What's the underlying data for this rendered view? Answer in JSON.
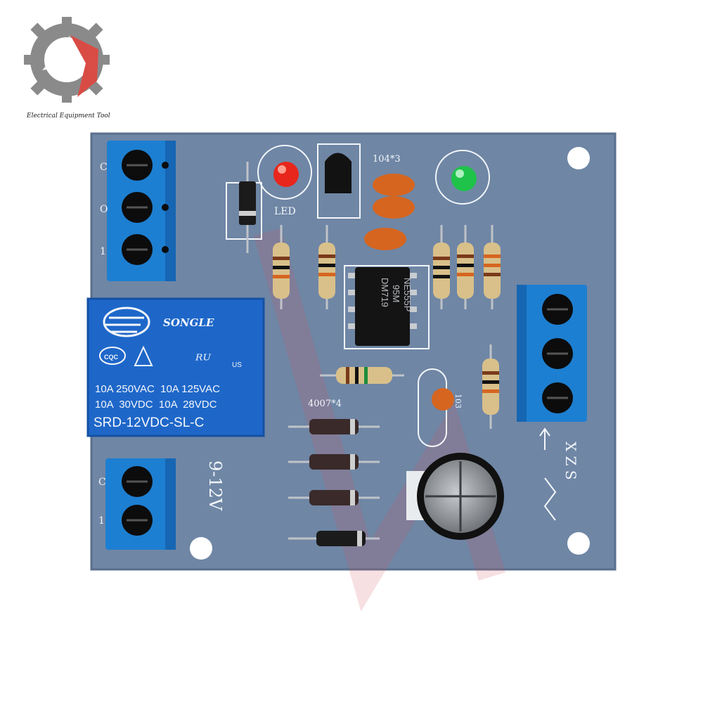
{
  "brand": {
    "name": "Electrical Equipment Tool"
  },
  "silkscreen": {
    "led_label": "LED",
    "cap_label": "104*3",
    "diode_label": "4007*4",
    "cap103_label": "103",
    "voltage_label": "9-12V",
    "sensor_label": "X Z S",
    "terminal_left_top": [
      "C",
      "O",
      "1"
    ],
    "terminal_left_bottom": [
      "C",
      "1"
    ]
  },
  "relay": {
    "brand": "SONGLE",
    "cert1": "CQC",
    "cert2": "US",
    "rating1": "10A 250VAC  10A 125VAC",
    "rating2": "10A  30VDC  10A  28VDC",
    "model": "SRD-12VDC-SL-C"
  },
  "ic": {
    "line1": "NE555P",
    "line2": "95M",
    "line3": "DM719"
  },
  "colors": {
    "pcb": "#6f86a5",
    "terminal": "#1d7fd1",
    "relay": "#1e67c9",
    "led_red": "#e8261b",
    "led_green": "#1fc34a",
    "ceramic_cap": "#d6651f",
    "logo_gray": "#8a8a8a",
    "logo_red": "#d94c45"
  }
}
